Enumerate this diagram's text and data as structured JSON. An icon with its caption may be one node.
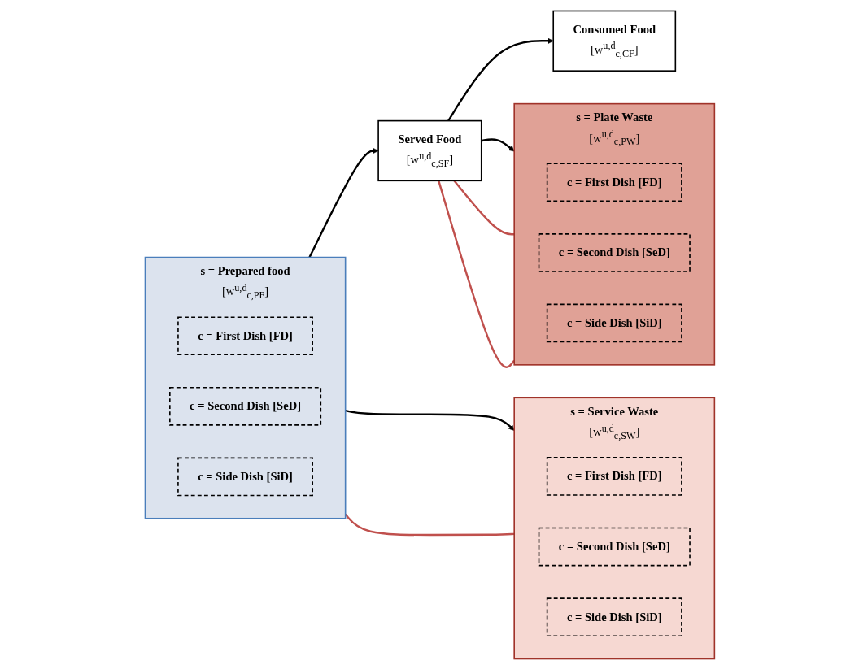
{
  "diagram": {
    "nodes": [
      {
        "text": [
          "s = Prepared food",
          "[w$^{u,d}$$_{c,PF}$]"
        ]
      },
      {
        "text": [
          "c = First Dish [FD]"
        ],
        "in": 0
      },
      {
        "text": [
          "c = Second Dish [SeD]"
        ],
        "in": 0
      },
      {
        "text": [
          "c = Side Dish [SiD]"
        ],
        "in": 0
      },
      {
        "text": [
          "Served Food",
          "[w$^{u,d}$$_{c,SF}$]"
        ]
      },
      {
        "text": [
          "Consumed Food",
          "[w$^{u,d}$$_{c,CF}$]"
        ]
      },
      {
        "text": [
          "s = Plate Waste",
          "[w$^{u,d}$$_{c,PW}$]"
        ]
      },
      {
        "text": [
          "c = First Dish [FD]"
        ],
        "in": 6
      },
      {
        "text": [
          "c = Second Dish [SeD]"
        ],
        "in": 6
      },
      {
        "text": [
          "c = Side Dish [SiD]"
        ],
        "in": 6
      },
      {
        "text": [
          "s = Service Waste",
          "[w$^{u,d}$$_{c,SW}$]"
        ]
      },
      {
        "text": [
          "c = First Dish [FD]"
        ],
        "in": 10
      },
      {
        "text": [
          "c = Second Dish [SeD]"
        ],
        "in": 10
      },
      {
        "text": [
          "c = Side Dish [SiD]"
        ],
        "in": 10
      }
    ],
    "edges": [
      {
        "from": 0,
        "to": 4,
        "arrow": "to"
      },
      {
        "from": 4,
        "to": 5,
        "arrow": "to"
      },
      {
        "from": 4,
        "to": 6,
        "arrow": "to"
      },
      {
        "from": 0,
        "to": 10,
        "arrow": "to"
      },
      {
        "from": 4,
        "to": 6,
        "arrow": "none",
        "color": "#c0504d"
      },
      {
        "from": 4,
        "to": 6,
        "arrow": "none",
        "color": "#c0504d"
      },
      {
        "from": 0,
        "to": 10,
        "arrow": "none",
        "color": "#c0504d"
      }
    ]
  }
}
